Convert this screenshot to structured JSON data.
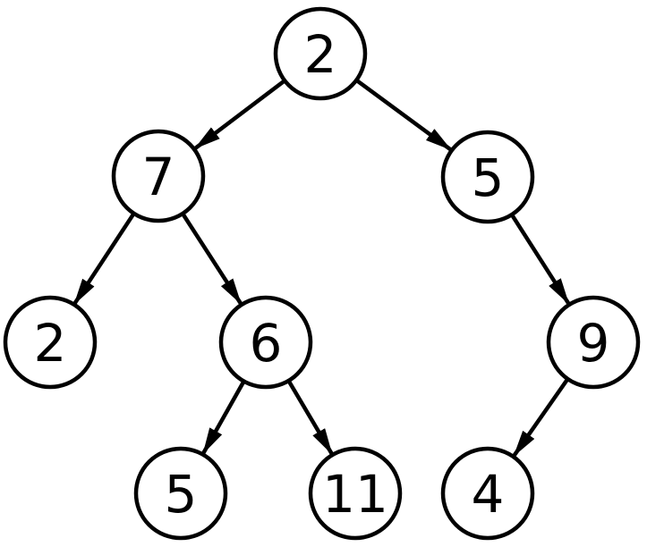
{
  "diagram": {
    "type": "binary-tree",
    "background_color": "#ffffff",
    "stroke_color": "#000000",
    "node_fill_color": "#ffffff",
    "nodes": [
      {
        "id": "root",
        "label": "2"
      },
      {
        "id": "L",
        "label": "7"
      },
      {
        "id": "R",
        "label": "5"
      },
      {
        "id": "LL",
        "label": "2"
      },
      {
        "id": "LR",
        "label": "6"
      },
      {
        "id": "RR",
        "label": "9"
      },
      {
        "id": "LRL",
        "label": "5"
      },
      {
        "id": "LRR",
        "label": "11"
      },
      {
        "id": "RRL",
        "label": "4"
      }
    ],
    "edges": [
      {
        "from": "root",
        "to": "L"
      },
      {
        "from": "root",
        "to": "R"
      },
      {
        "from": "L",
        "to": "LL"
      },
      {
        "from": "L",
        "to": "LR"
      },
      {
        "from": "R",
        "to": "RR"
      },
      {
        "from": "LR",
        "to": "LRL"
      },
      {
        "from": "LR",
        "to": "LRR"
      },
      {
        "from": "RR",
        "to": "RRL"
      }
    ]
  }
}
